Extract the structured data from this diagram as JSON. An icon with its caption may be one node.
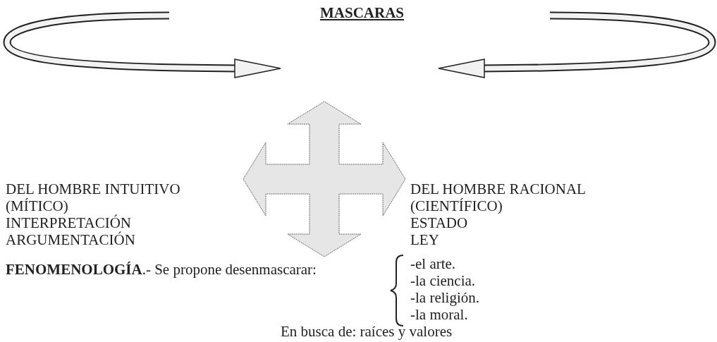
{
  "diagram": {
    "title": "MASCARAS",
    "labels": [
      "DEL HOMBRE INTUITIVO",
      "(MÍTICO)",
      "INTERPRETACIÓN",
      "ARGUMENTACIÓN",
      "DEL HOMBRE RACIONAL",
      "(CIENTÍFICO)",
      "ESTADO",
      "LEY",
      "**FENOMENOLOGÍA**.- Se propone desenmascarar:",
      "-el arte.",
      "-la ciencia.",
      "-la religión.",
      "-la moral.",
      "En busca de: raíces y valores"
    ]
  }
}
